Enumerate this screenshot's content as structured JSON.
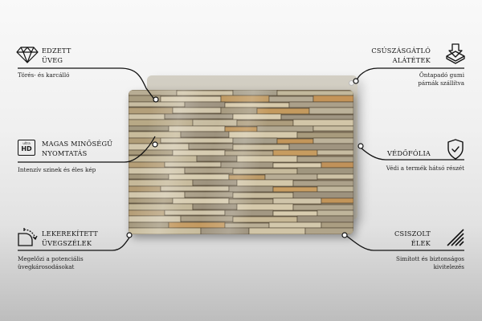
{
  "product": {
    "image_subject": "stacked stone wall",
    "colors": {
      "background_top": "#f9f9f9",
      "background_bottom": "#bdbdbd",
      "backing_panel": "#cbc6b9",
      "line_color": "#111111"
    }
  },
  "features_left": [
    {
      "id": "tempered-glass",
      "icon": "diamond-icon",
      "title_line1": "EDZETT",
      "title_line2": "ÜVEG",
      "desc_line1": "Törés- és karcálló",
      "desc_line2": ""
    },
    {
      "id": "high-quality-print",
      "icon": "ultra-hd-icon",
      "icon_text_top": "ultra",
      "icon_text_bottom": "HD",
      "title_line1": "MAGAS MINŐSÉGŰ",
      "title_line2": "NYOMTATÁS",
      "desc_line1": "Intenzív szinek és éles kép",
      "desc_line2": ""
    },
    {
      "id": "rounded-edges",
      "icon": "rounded-corner-icon",
      "title_line1": "LEKEREKÍTETT",
      "title_line2": "ÜVEGSZÉLEK",
      "desc_line1": "Megelőzi a potenciális",
      "desc_line2": "üvegkárosodásokat"
    }
  ],
  "features_right": [
    {
      "id": "anti-slip-pads",
      "icon": "anti-slip-pad-icon",
      "title_line1": "CSÚSZÁSGÁTLÓ",
      "title_line2": "ALÁTÉTEK",
      "desc_line1": "Öntapadó gumi",
      "desc_line2": "párnák szállítva"
    },
    {
      "id": "protective-foil",
      "icon": "shield-check-icon",
      "title_line1": "VÉDŐFÓLIA",
      "title_line2": "",
      "desc_line1": "Védi a termék hátsó részét",
      "desc_line2": ""
    },
    {
      "id": "polished-edges",
      "icon": "polished-edge-icon",
      "title_line1": "CSISZOLT",
      "title_line2": "ÉLEK",
      "desc_line1": "Simított és biztonságos",
      "desc_line2": "kivitelezés"
    }
  ]
}
